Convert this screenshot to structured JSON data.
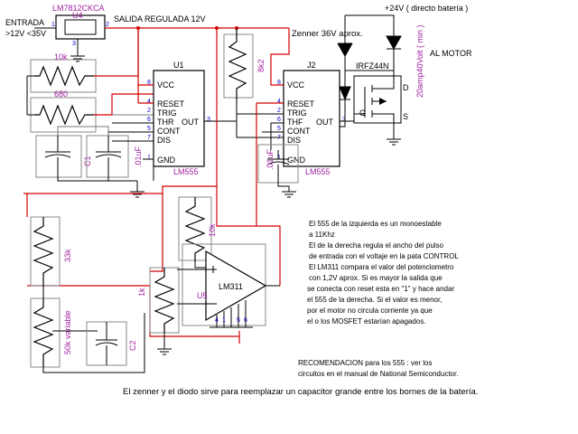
{
  "regulator": {
    "part": "LM7812CKCA",
    "ref": "U4",
    "input_label_1": "ENTRADA",
    "input_label_2": ">12V <35V",
    "output_label": "SALIDA REGULADA 12V",
    "pin1": "1",
    "pin2": "2",
    "pin3": "3"
  },
  "resistors": {
    "r1": "10k",
    "r2": "680",
    "r3": "8k2",
    "r4": "10k",
    "r5": "33k",
    "r6": "50k variable",
    "r7": "1k"
  },
  "capacitors": {
    "c1": "C1",
    "c2": ".01uF",
    "c3": "C2",
    "c4": ".01uF"
  },
  "u1": {
    "ref": "U1",
    "part": "LM555",
    "pins": [
      "VCC",
      "RESET",
      "TRIG",
      "THR",
      "OUT",
      "CONT",
      "DIS",
      "GND"
    ],
    "pin_numbers": [
      "8",
      "4",
      "2",
      "6",
      "3",
      "5",
      "7",
      "1"
    ]
  },
  "j2": {
    "ref": "J2",
    "part": "LM555",
    "pins": [
      "VCC",
      "RESET",
      "TRIG",
      "THF",
      "OUT",
      "CONT",
      "DIS",
      "GND"
    ],
    "pin_numbers": [
      "8",
      "4",
      "2",
      "6",
      "3",
      "5",
      "7",
      "1"
    ]
  },
  "u5": {
    "ref": "U5",
    "part": "LM311"
  },
  "power": {
    "supply": "+24V ( directo batería )",
    "zener": "Zenner 36V aprox.",
    "mosfet": "IRFZ44N",
    "mosfet_rating": "20amp40Volt ( min )",
    "motor": "AL MOTOR",
    "pin_d": "D",
    "pin_g": "G",
    "pin_s": "S"
  },
  "notes": {
    "lines": [
      "El 555 de la izquierda es un monoestable",
      "a 11Khz",
      "El de la derecha regula el ancho del pulso",
      "de entrada con el voltaje en la pata CONTROL",
      "El LM311 compara el valor del potenciometro",
      "con 1,2V aprox. Si es mayor la salida que",
      "se conecta con reset esta en \"1\" y hace andar",
      "el 555 de la derecha. Si el valor es menor,",
      "por el motor no circula corriente ya que",
      "el o los MOSFET estarían apagados."
    ],
    "recommendation_1": "RECOMENDACION para los 555 : ver los",
    "recommendation_2": "circuitos en el manual de National Semiconductor.",
    "footer": "El zenner y el diodo sirve para reemplazar un capacitor grande entre los bornes de la batería."
  }
}
